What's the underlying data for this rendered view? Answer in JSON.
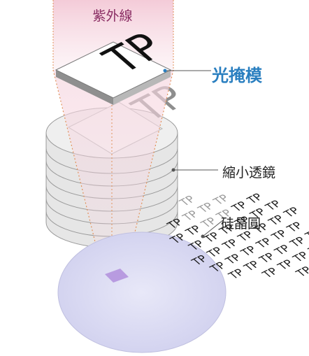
{
  "labels": {
    "uv_light": "紫外線",
    "photomask": "光掩模",
    "reduction_lens": "縮小透鏡",
    "silicon_wafer": "硅晶圓"
  },
  "mask_text": "TP",
  "lens_text": "TP",
  "wafer_text": "TP",
  "colors": {
    "uv_band": "#f7dfe6",
    "uv_text": "#8a2d63",
    "photomask_text": "#2a7fc0",
    "guide_lines": "#e0915a",
    "lens_gray": "#dcdcdc",
    "wafer": "#d9d9f2",
    "exposed_die": "#b89be0"
  }
}
